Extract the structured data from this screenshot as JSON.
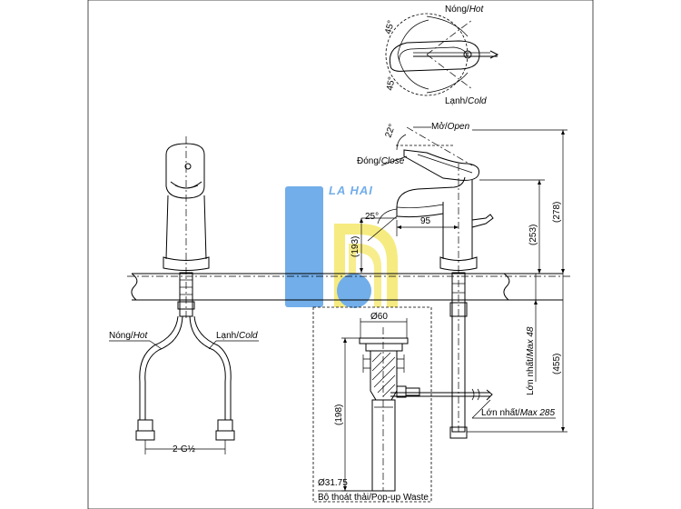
{
  "labels": {
    "hot_top": "Nóng/",
    "hot_top_en": "Hot",
    "cold_top": "Lạnh/",
    "cold_top_en": "Cold",
    "angle_45a": "45°",
    "angle_45b": "45°",
    "open": "Mở/",
    "open_en": "Open",
    "angle_22": "22°",
    "close": "Đóng/",
    "close_en": "Close",
    "angle_25": "25°",
    "dim_95": "95",
    "dim_193": "(193)",
    "dim_253": "(253)",
    "dim_278": "(278)",
    "dim_455": "(455)",
    "max48": "Lớn nhất/",
    "max48_en": "Max 48",
    "max285": "Lớn nhất/",
    "max285_en": "Max 285",
    "dia60": "Ø60",
    "dim_198": "(198)",
    "dia3175": "Ø31.75",
    "hot_left": "Nóng/",
    "hot_left_en": "Hot",
    "cold_left": "Lạnh/",
    "cold_left_en": "Cold",
    "thread": "2-G½",
    "popup": "Bộ thoát thải/Pop-up Waste",
    "watermark": "LA HAI"
  },
  "colors": {
    "watermark_blue": "#5aa0e6",
    "watermark_yellow": "#f5e86a"
  }
}
